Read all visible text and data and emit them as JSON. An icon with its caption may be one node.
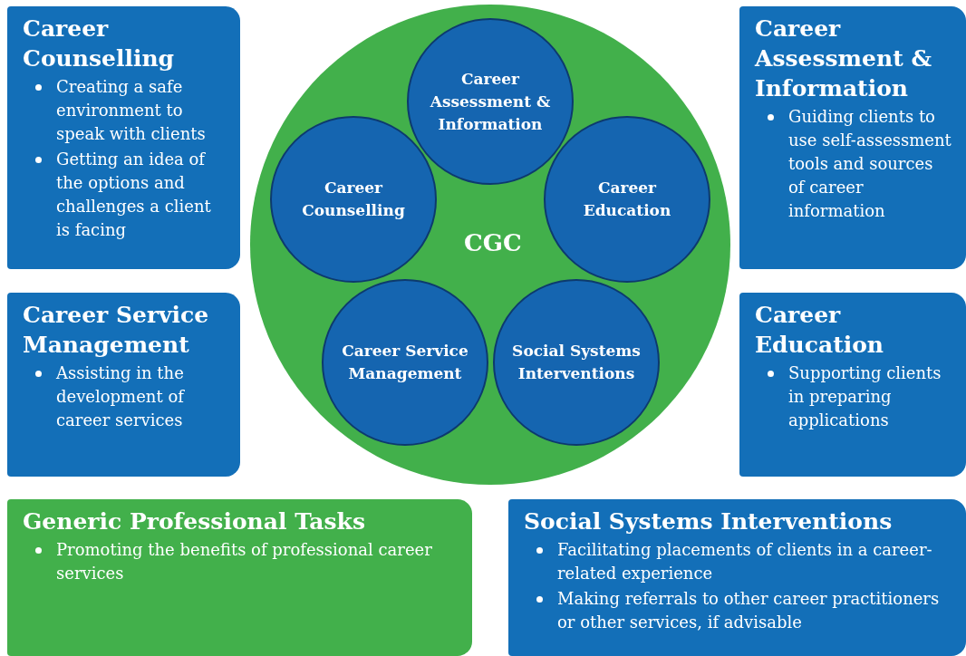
{
  "diagram": {
    "nodes": [
      {
        "text": [
          "Career Counselling",
          "Creating a safe environment to speak with clients",
          "Getting an idea of the options and challenges a client is facing"
        ]
      },
      {
        "text": [
          "CGC"
        ]
      },
      {
        "text": [
          "Career Assessment & Information"
        ],
        "in": 1
      },
      {
        "text": [
          "Career Counselling"
        ],
        "in": 1
      },
      {
        "text": [
          "Career Education"
        ],
        "in": 1
      },
      {
        "text": [
          "Career Service Management"
        ],
        "in": 1
      },
      {
        "text": [
          "Social Systems Interventions"
        ],
        "in": 1
      },
      {
        "text": [
          "Career Assessment & Information",
          "Guiding clients to use self-assessment tools and sources of career information"
        ]
      },
      {
        "text": [
          "Career Service Management",
          "Assisting in the development of career services"
        ]
      },
      {
        "text": [
          "Career Education",
          "Supporting clients in preparing applications"
        ]
      },
      {
        "text": [
          "Generic Professional Tasks",
          "Promoting the benefits of professional career services"
        ]
      },
      {
        "text": [
          "Social Systems Interventions",
          "Facilitating placements of clients in a career-related experience",
          "Making referrals to other career practitioners or other services, if advisable"
        ]
      }
    ],
    "edges": []
  }
}
